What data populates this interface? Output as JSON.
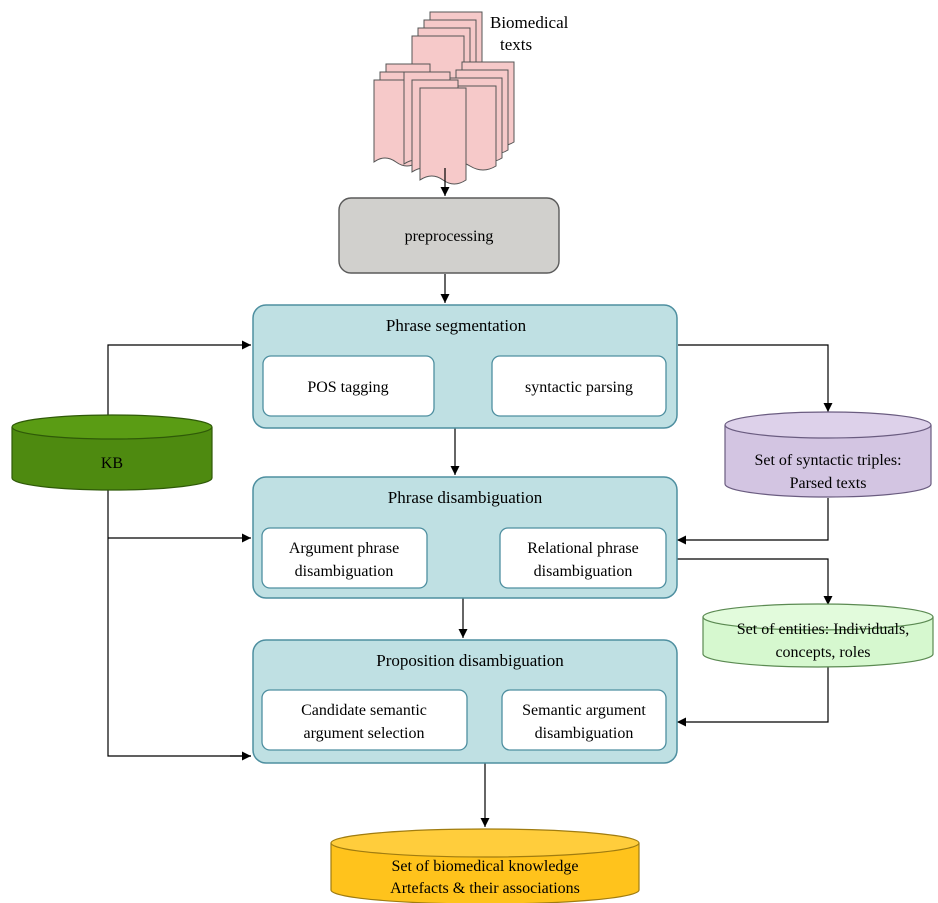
{
  "source": {
    "label_line1": "Biomedical",
    "label_line2": "texts"
  },
  "preprocessing": {
    "label": "preprocessing"
  },
  "phrase_segmentation": {
    "title": "Phrase segmentation",
    "step1": "POS tagging",
    "step2": "syntactic parsing"
  },
  "phrase_disambiguation": {
    "title": "Phrase disambiguation",
    "step1_line1": "Argument phrase",
    "step1_line2": "disambiguation",
    "step2_line1": "Relational phrase",
    "step2_line2": "disambiguation"
  },
  "proposition_disambiguation": {
    "title": "Proposition disambiguation",
    "step1_line1": "Candidate semantic",
    "step1_line2": "argument selection",
    "step2_line1": "Semantic argument",
    "step2_line2": "disambiguation"
  },
  "kb": {
    "label": "KB"
  },
  "syntactic_triples": {
    "label_line1": "Set of syntactic triples:",
    "label_line2": "Parsed texts"
  },
  "entities": {
    "label_line1": "Set of entities: Individuals,",
    "label_line2": "concepts, roles"
  },
  "knowledge": {
    "label_line1": "Set of biomedical knowledge",
    "label_line2": "Artefacts & their associations"
  },
  "colors": {
    "stage_fill": "#bfe0e3",
    "stage_stroke": "#4e8fa0",
    "preprocessing_fill": "#d1d0cd",
    "kb_fill": "#4e8a10",
    "triples_fill": "#d3c5e2",
    "entities_fill": "#d6f8cf",
    "knowledge_fill": "#ffc31c",
    "docs_fill": "#f6c9c9"
  }
}
